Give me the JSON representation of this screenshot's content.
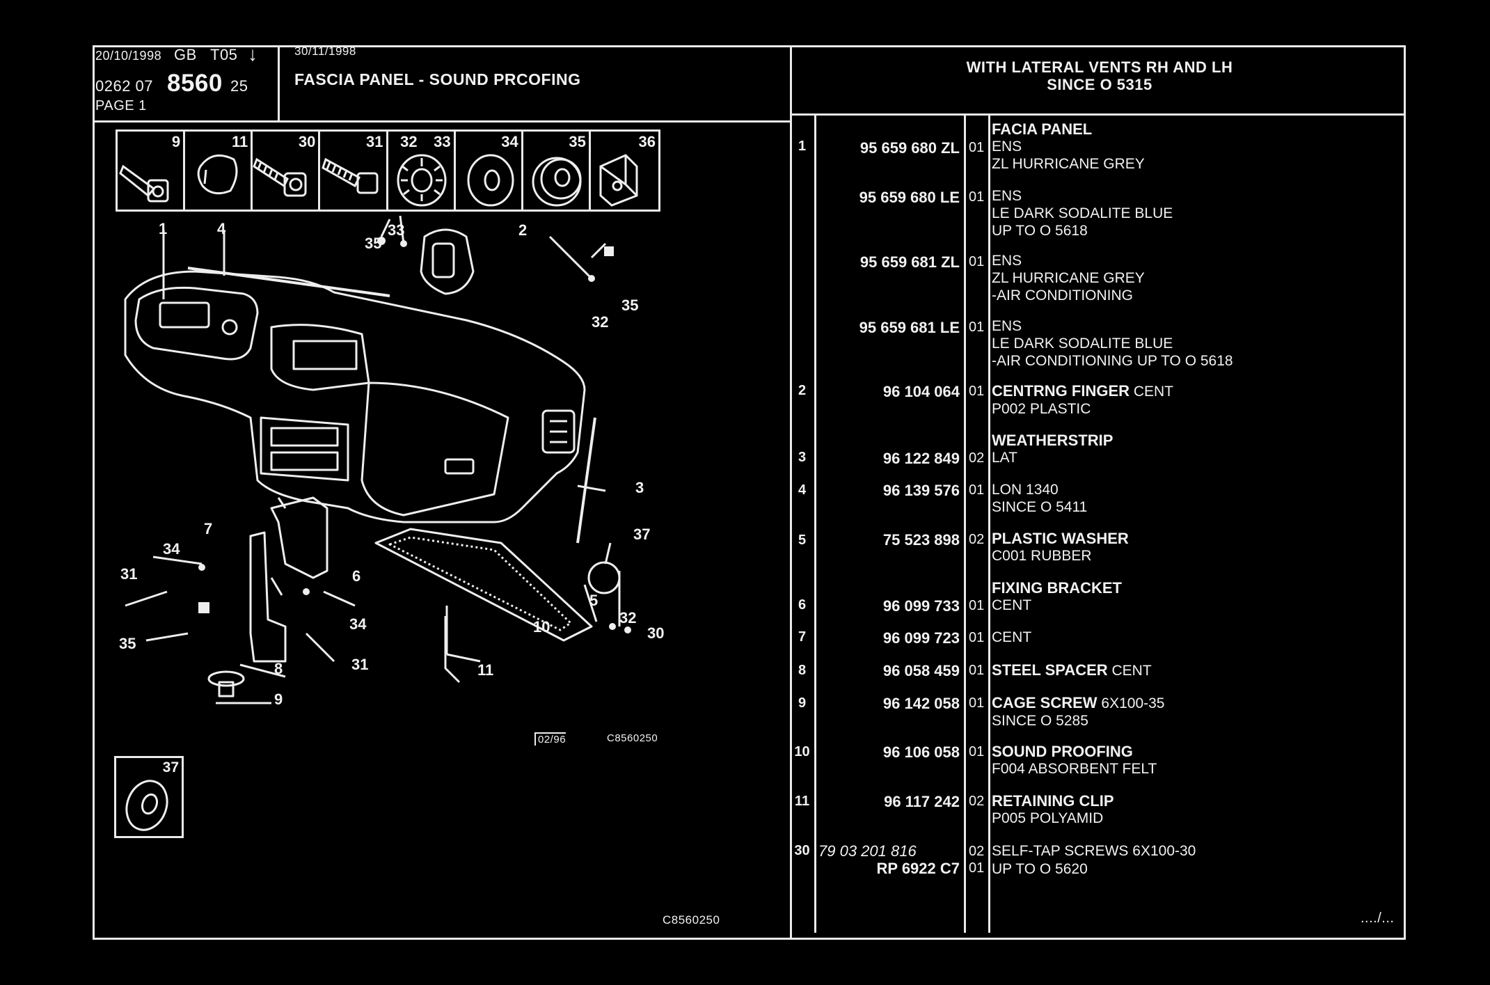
{
  "header": {
    "date1": "20/10/1998",
    "region": "GB",
    "code": "T05",
    "arrow": "↓",
    "ref_prefix": "0262 07",
    "ref_main": "8560",
    "ref_suffix": "25",
    "page_label": "PAGE 1",
    "date2": "30/11/1998",
    "title": "FASCIA PANEL - SOUND PRCOFING",
    "note_line1": "WITH LATERAL VENTS RH AND LH",
    "note_line2": "SINCE O  5315"
  },
  "icon_strip": [
    {
      "num": "9",
      "icon": "screw-icon"
    },
    {
      "num": "11",
      "icon": "clip-icon"
    },
    {
      "num": "30",
      "icon": "self-tap-screw-icon"
    },
    {
      "num": "31",
      "icon": "bolt-icon"
    },
    {
      "num": "32",
      "icon": "lock-washer-icon"
    },
    {
      "num": "33",
      "icon": "serrated-washer-icon"
    },
    {
      "num": "34",
      "icon": "flat-washer-icon"
    },
    {
      "num": "35",
      "icon": "thick-washer-icon"
    },
    {
      "num": "36",
      "icon": "clip-nut-icon"
    }
  ],
  "diagram": {
    "callouts": [
      "1",
      "4",
      "35",
      "33",
      "2",
      "32",
      "35",
      "3",
      "37",
      "5",
      "32",
      "30",
      "7",
      "34",
      "31",
      "6",
      "34",
      "35",
      "31",
      "8",
      "9",
      "10",
      "11"
    ],
    "stamp_date": "02/96",
    "stamp_code": "C8560250",
    "inset_num": "37",
    "footer_code": "C8560250"
  },
  "parts": [
    {
      "item": "1",
      "ref": "95 659 680 ZL",
      "qty": "01",
      "name": "FACIA PANEL",
      "name_suffix": "",
      "lines": [
        "ENS",
        "ZL HURRICANE GREY"
      ]
    },
    {
      "item": "",
      "ref": "95 659 680 LE",
      "qty": "01",
      "name": "",
      "name_suffix": "",
      "lines": [
        "ENS",
        "LE DARK SODALITE BLUE",
        "UP TO O 5618"
      ]
    },
    {
      "item": "",
      "ref": "95 659 681 ZL",
      "qty": "01",
      "name": "",
      "name_suffix": "",
      "lines": [
        "ENS",
        "ZL HURRICANE GREY",
        "-AIR CONDITIONING"
      ]
    },
    {
      "item": "",
      "ref": "95 659 681 LE",
      "qty": "01",
      "name": "",
      "name_suffix": "",
      "lines": [
        "ENS",
        "LE DARK SODALITE BLUE",
        "-AIR CONDITIONING UP TO O 5618"
      ]
    },
    {
      "item": "2",
      "ref": "96 104 064",
      "qty": "01",
      "name": "CENTRNG FINGER",
      "name_suffix": " CENT",
      "lines": [
        "P002 PLASTIC"
      ]
    },
    {
      "item": "",
      "ref": "",
      "qty": "",
      "name": "WEATHERSTRIP",
      "name_suffix": "",
      "lines": []
    },
    {
      "item": "3",
      "ref": "96 122 849",
      "qty": "02",
      "name": "",
      "name_suffix": "",
      "lines": [
        "LAT"
      ]
    },
    {
      "item": "4",
      "ref": "96 139 576",
      "qty": "01",
      "name": "",
      "name_suffix": "",
      "lines": [
        "LON 1340",
        "SINCE O 5411"
      ]
    },
    {
      "item": "5",
      "ref": "75 523 898",
      "qty": "02",
      "name": "PLASTIC WASHER",
      "name_suffix": "",
      "lines": [
        "C001 RUBBER"
      ]
    },
    {
      "item": "",
      "ref": "",
      "qty": "",
      "name": "FIXING BRACKET",
      "name_suffix": "",
      "lines": []
    },
    {
      "item": "6",
      "ref": "96 099 733",
      "qty": "01",
      "name": "",
      "name_suffix": "",
      "lines": [
        "CENT"
      ]
    },
    {
      "item": "7",
      "ref": "96 099 723",
      "qty": "01",
      "name": "",
      "name_suffix": "",
      "lines": [
        "CENT"
      ]
    },
    {
      "item": "8",
      "ref": "96 058 459",
      "qty": "01",
      "name": "STEEL SPACER",
      "name_suffix": " CENT",
      "lines": []
    },
    {
      "item": "9",
      "ref": "96 142 058",
      "qty": "01",
      "name": "CAGE SCREW",
      "name_suffix": " 6X100-35",
      "lines": [
        "SINCE O 5285"
      ]
    },
    {
      "item": "10",
      "ref": "96 106 058",
      "qty": "01",
      "name": "SOUND PROOFING",
      "name_suffix": "",
      "lines": [
        "F004 ABSORBENT FELT"
      ]
    },
    {
      "item": "11",
      "ref": "96 117 242",
      "qty": "02",
      "name": "RETAINING CLIP",
      "name_suffix": "",
      "lines": [
        "P005 POLYAMID"
      ]
    },
    {
      "item": "30",
      "ref": "79 03 201 816",
      "qty": "02",
      "name": "SELF-TAP SCREWS",
      "name_suffix": " 6X100-30",
      "lines": []
    },
    {
      "item": "",
      "ref": "RP  6922 C7",
      "qty": "01",
      "name": "",
      "name_suffix": "",
      "lines": [
        "UP TO O 5620"
      ]
    }
  ],
  "continuation": "..../..."
}
